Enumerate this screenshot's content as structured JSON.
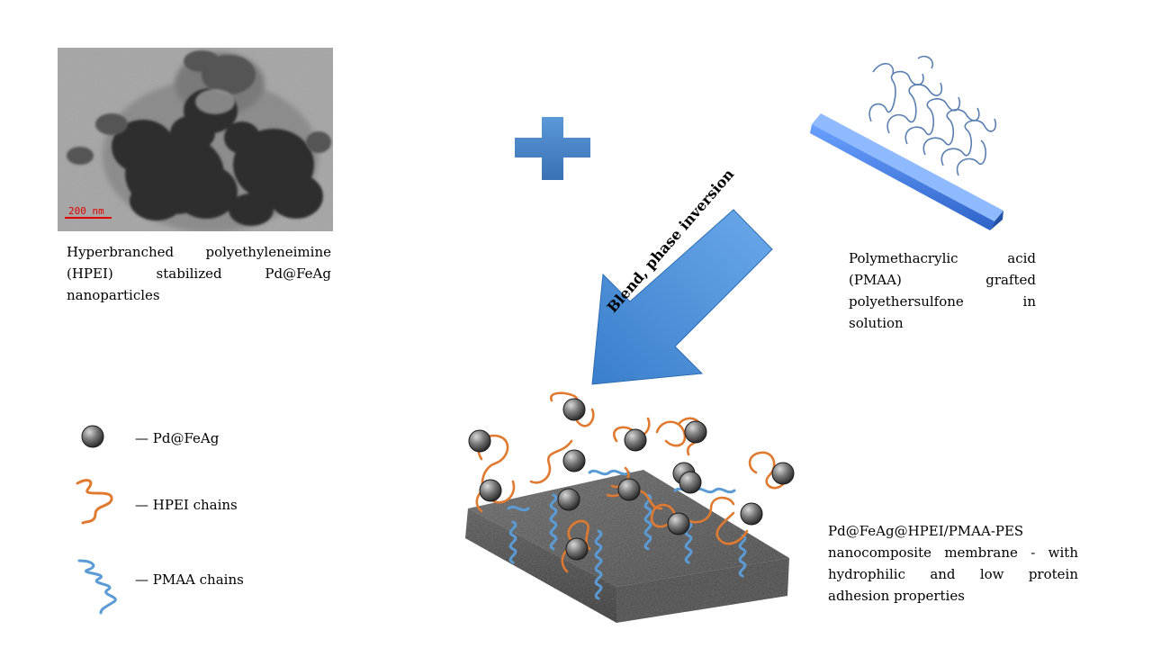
{
  "tem_image": {
    "scale_bar_label": "200 nm"
  },
  "captions": {
    "nanoparticles": "Hyperbranched polyethyleneimine (HPEI) stabilized Pd@FeAg nanoparticles",
    "polymer": "Polymethacrylic acid (PMAA) grafted polyethersulfone in solution",
    "membrane": "Pd@FeAg@HPEI/PMAA-PES nanocomposite membrane - with hydrophilic  and low protein adhesion properties"
  },
  "process_arrow": {
    "label": "Blend, phase inversion"
  },
  "legend": [
    {
      "icon": "sphere-icon",
      "label": "— Pd@FeAg"
    },
    {
      "icon": "orange-chain-icon",
      "label": "— HPEI chains"
    },
    {
      "icon": "blue-chain-icon",
      "label": "— PMAA chains"
    }
  ],
  "colors": {
    "plus": "#4a86c8",
    "arrow": "#4a8fd6",
    "hpei": "#e07a30",
    "pmaa": "#5b9bd5",
    "rod": "#3f7ee0",
    "scale_bar": "#e00000"
  }
}
